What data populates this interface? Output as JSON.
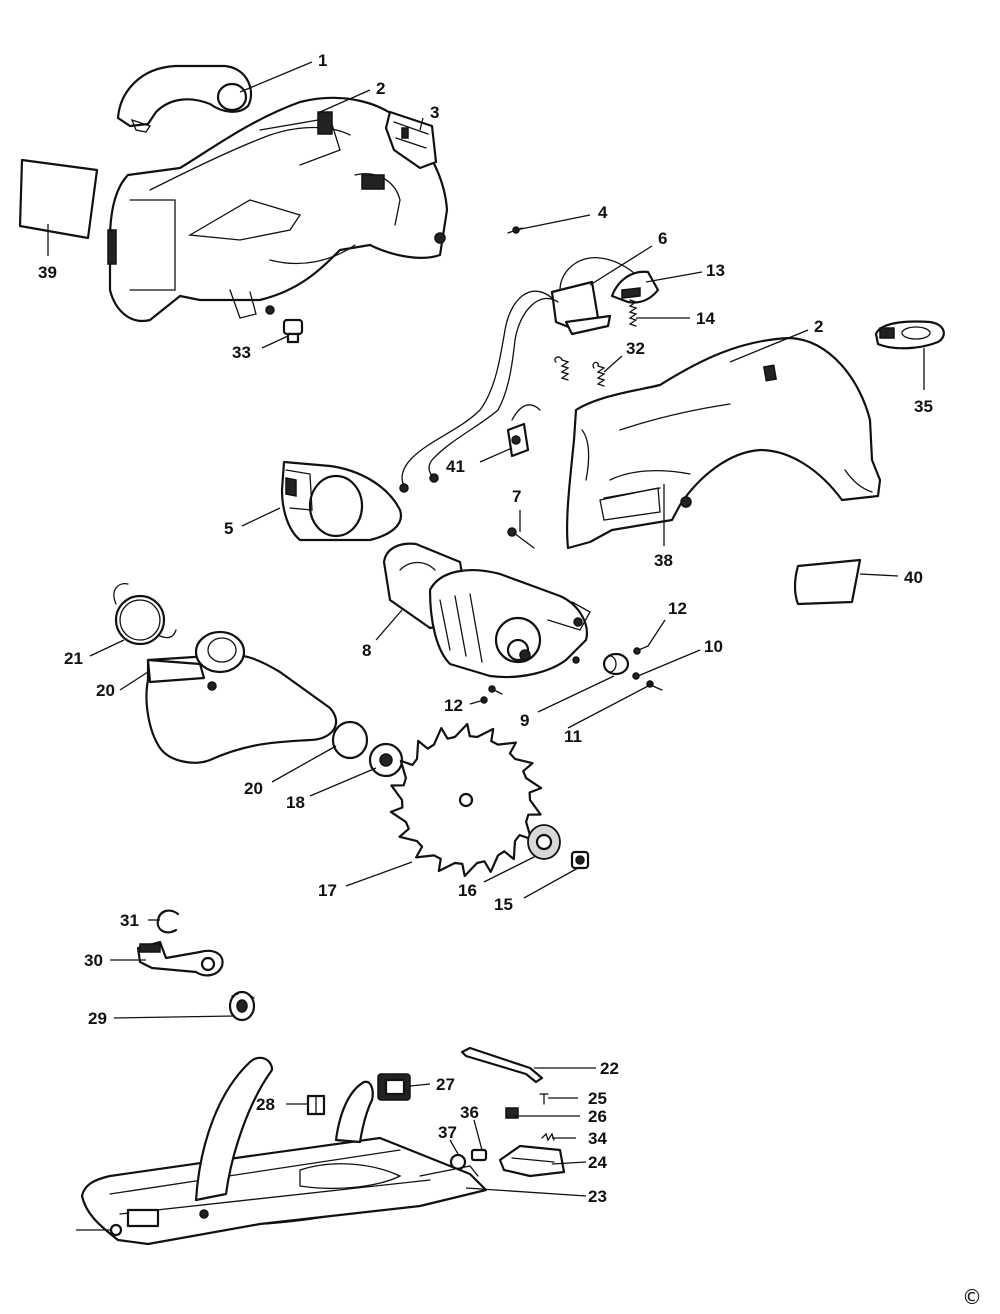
{
  "labels": {
    "p1": "1",
    "p2a": "2",
    "p2b": "2",
    "p3": "3",
    "p4": "4",
    "p5": "5",
    "p6": "6",
    "p7": "7",
    "p8": "8",
    "p9": "9",
    "p10": "10",
    "p11": "11",
    "p12a": "12",
    "p12b": "12",
    "p13": "13",
    "p14": "14",
    "p15": "15",
    "p16": "16",
    "p17": "17",
    "p18": "18",
    "p20a": "20",
    "p20b": "20",
    "p21": "21",
    "p22": "22",
    "p23": "23",
    "p24": "24",
    "p25": "25",
    "p26": "26",
    "p27": "27",
    "p28": "28",
    "p29": "29",
    "p30": "30",
    "p31": "31",
    "p32": "32",
    "p33": "33",
    "p34": "34",
    "p35": "35",
    "p36": "36",
    "p37": "37",
    "p38": "38",
    "p39": "39",
    "p40": "40",
    "p41": "41"
  },
  "copyright_mark": "©"
}
